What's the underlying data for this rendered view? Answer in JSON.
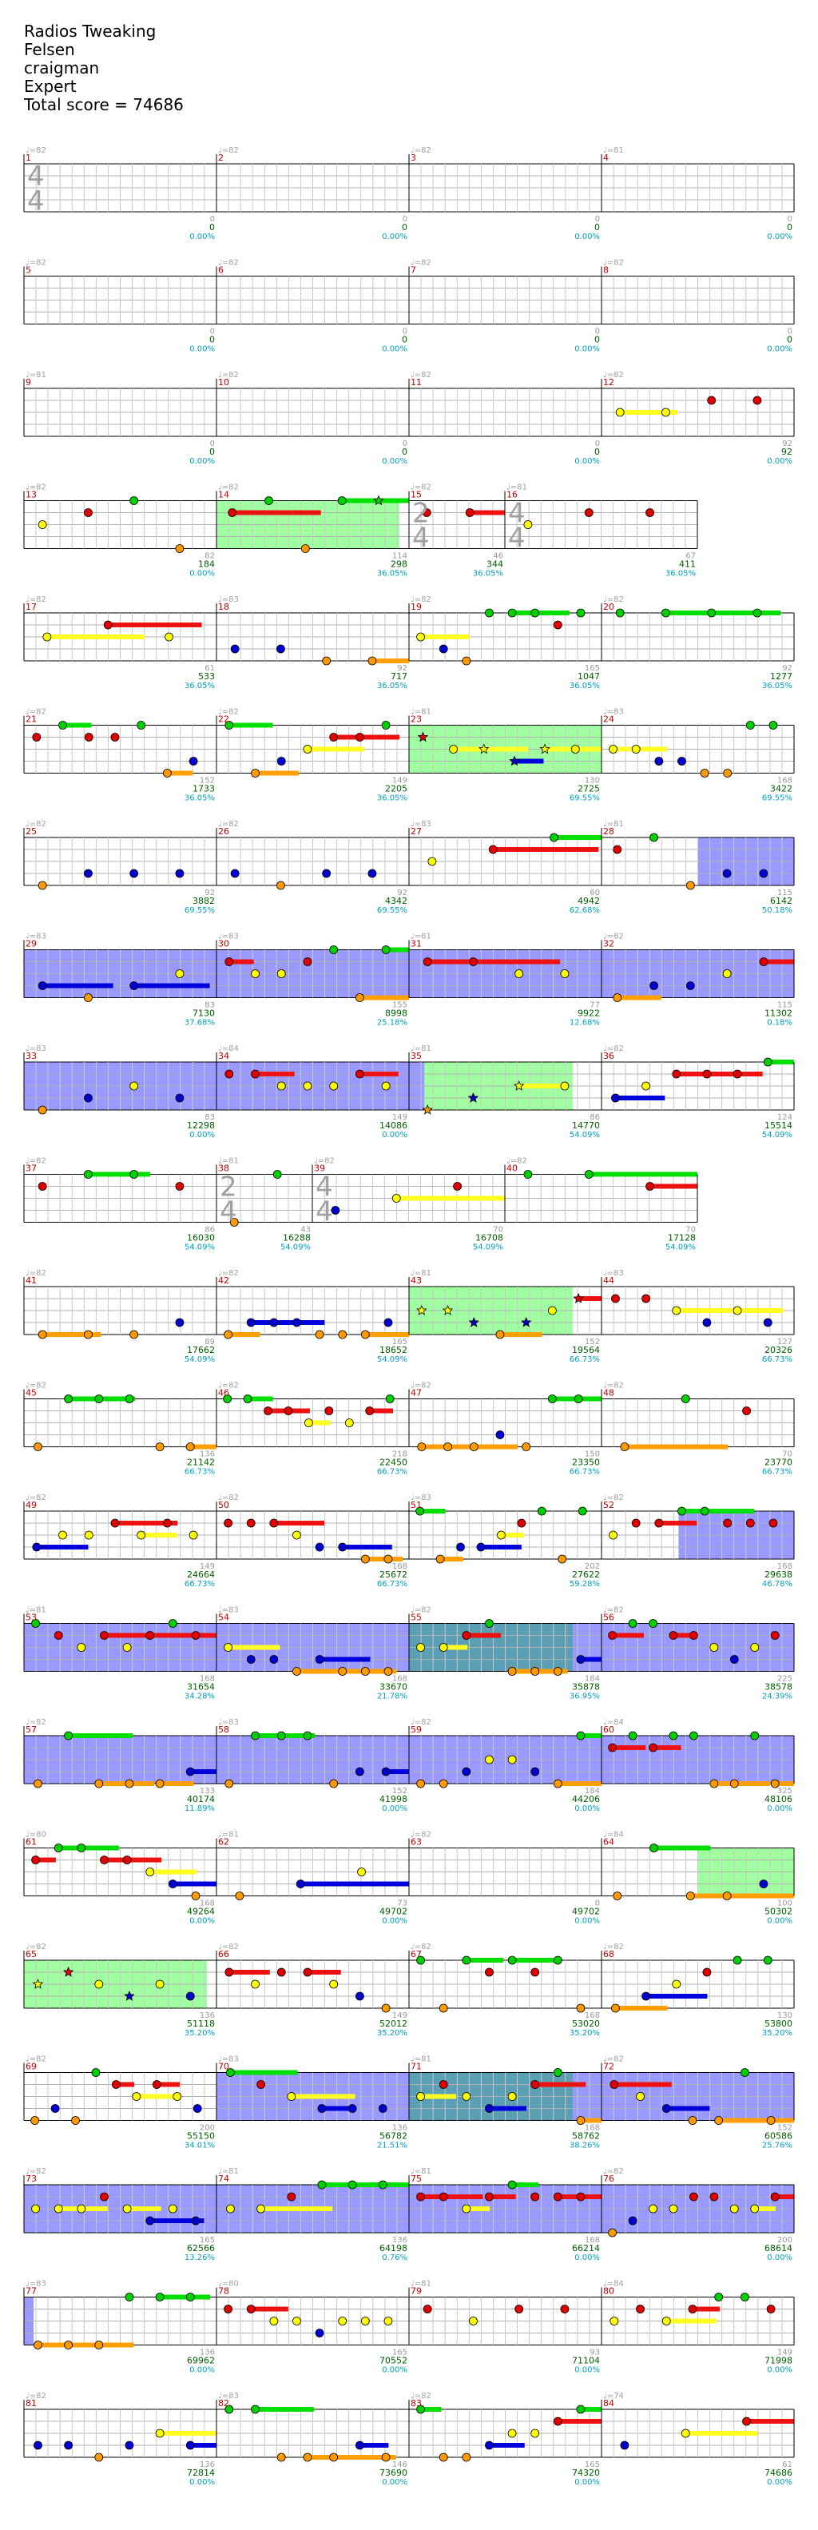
{
  "song": {
    "title": "Radios Tweaking",
    "artist": "Felsen",
    "charter": "craigman",
    "difficulty": "Expert",
    "total_score_label": "Total score = 74686"
  },
  "colors": {
    "green": "#00d000",
    "red": "#e00000",
    "yellow": "#ffff00",
    "blue": "#0000d0",
    "orange": "#ff9900",
    "star_power_phrase": "#80ff80",
    "star_power_active": "#8080ff",
    "sustain_green": "#00e000",
    "sustain_red": "#ee1111",
    "sustain_yellow": "#ffff22",
    "sustain_blue": "#0000dd",
    "sustain_orange": "#ffa000"
  },
  "legend_icons": [
    "note-gem-icon",
    "star-note-icon",
    "time-signature-icon"
  ],
  "measures": [
    {
      "n": "1",
      "tempo": "♩=82",
      "score": "0",
      "cum": "0",
      "pct": "0.00%",
      "ts": "4/4"
    },
    {
      "n": "2",
      "tempo": "♩=82",
      "score": "0",
      "cum": "0",
      "pct": "0.00%"
    },
    {
      "n": "3",
      "tempo": "♩=82",
      "score": "0",
      "cum": "0",
      "pct": "0.00%"
    },
    {
      "n": "4",
      "tempo": "♩=81",
      "score": "0",
      "cum": "0",
      "pct": "0.00%"
    },
    {
      "n": "5",
      "tempo": "♩=82",
      "score": "0",
      "cum": "0",
      "pct": "0.00%"
    },
    {
      "n": "6",
      "tempo": "♩=82",
      "score": "0",
      "cum": "0",
      "pct": "0.00%"
    },
    {
      "n": "7",
      "tempo": "♩=82",
      "score": "0",
      "cum": "0",
      "pct": "0.00%"
    },
    {
      "n": "8",
      "tempo": "♩=82",
      "score": "0",
      "cum": "0",
      "pct": "0.00%"
    },
    {
      "n": "9",
      "tempo": "♩=81",
      "score": "0",
      "cum": "0",
      "pct": "0.00%"
    },
    {
      "n": "10",
      "tempo": "♩=82",
      "score": "0",
      "cum": "0",
      "pct": "0.00%"
    },
    {
      "n": "11",
      "tempo": "♩=82",
      "score": "0",
      "cum": "0",
      "pct": "0.00%"
    },
    {
      "n": "12",
      "tempo": "♩=82",
      "score": "92",
      "cum": "92",
      "pct": "0.00%"
    },
    {
      "n": "13",
      "tempo": "♩=82",
      "score": "82",
      "cum": "184",
      "pct": "0.00%"
    },
    {
      "n": "14",
      "tempo": "♩=82",
      "score": "114",
      "cum": "298",
      "pct": "36.05%"
    },
    {
      "n": "15",
      "tempo": "♩=82",
      "score": "46",
      "cum": "344",
      "pct": "36.05%",
      "ts": "2/4"
    },
    {
      "n": "16",
      "tempo": "♩=81",
      "score": "67",
      "cum": "411",
      "pct": "36.05%",
      "ts": "4/4"
    },
    {
      "n": "17",
      "tempo": "♩=82",
      "score": "61",
      "cum": "533",
      "pct": "36.05%"
    },
    {
      "n": "18",
      "tempo": "♩=83",
      "score": "92",
      "cum": "717",
      "pct": "36.05%"
    },
    {
      "n": "19",
      "tempo": "♩=82",
      "score": "165",
      "cum": "1047",
      "pct": "36.05%"
    },
    {
      "n": "20",
      "tempo": "♩=82",
      "score": "92",
      "cum": "1277",
      "pct": "36.05%"
    },
    {
      "n": "21",
      "tempo": "♩=82",
      "score": "152",
      "cum": "1733",
      "pct": "36.05%"
    },
    {
      "n": "22",
      "tempo": "♩=82",
      "score": "149",
      "cum": "2205",
      "pct": "36.05%"
    },
    {
      "n": "23",
      "tempo": "♩=81",
      "score": "130",
      "cum": "2725",
      "pct": "69.55%"
    },
    {
      "n": "24",
      "tempo": "♩=83",
      "score": "168",
      "cum": "3422",
      "pct": "69.55%"
    },
    {
      "n": "25",
      "tempo": "♩=82",
      "score": "92",
      "cum": "3882",
      "pct": "69.55%"
    },
    {
      "n": "26",
      "tempo": "♩=82",
      "score": "92",
      "cum": "4342",
      "pct": "69.55%"
    },
    {
      "n": "27",
      "tempo": "♩=83",
      "score": "60",
      "cum": "4942",
      "pct": "62.68%"
    },
    {
      "n": "28",
      "tempo": "♩=81",
      "score": "115",
      "cum": "6142",
      "pct": "50.18%"
    },
    {
      "n": "29",
      "tempo": "♩=83",
      "score": "83",
      "cum": "7130",
      "pct": "37.68%"
    },
    {
      "n": "30",
      "tempo": "♩=83",
      "score": "155",
      "cum": "8998",
      "pct": "25.18%"
    },
    {
      "n": "31",
      "tempo": "♩=81",
      "score": "77",
      "cum": "9922",
      "pct": "12.68%"
    },
    {
      "n": "32",
      "tempo": "♩=82",
      "score": "115",
      "cum": "11302",
      "pct": "0.18%"
    },
    {
      "n": "33",
      "tempo": "♩=83",
      "score": "83",
      "cum": "12298",
      "pct": "0.00%"
    },
    {
      "n": "34",
      "tempo": "♩=84",
      "score": "149",
      "cum": "14086",
      "pct": "0.00%"
    },
    {
      "n": "35",
      "tempo": "♩=81",
      "score": "86",
      "cum": "14770",
      "pct": "54.09%"
    },
    {
      "n": "36",
      "tempo": "♩=82",
      "score": "124",
      "cum": "15514",
      "pct": "54.09%"
    },
    {
      "n": "37",
      "tempo": "♩=82",
      "score": "86",
      "cum": "16030",
      "pct": "54.09%"
    },
    {
      "n": "38",
      "tempo": "♩=81",
      "score": "43",
      "cum": "16288",
      "pct": "54.09%",
      "ts": "2/4"
    },
    {
      "n": "39",
      "tempo": "♩=82",
      "score": "70",
      "cum": "16708",
      "pct": "54.09%",
      "ts": "4/4"
    },
    {
      "n": "40",
      "tempo": "♩=82",
      "score": "70",
      "cum": "17128",
      "pct": "54.09%"
    },
    {
      "n": "41",
      "tempo": "♩=82",
      "score": "89",
      "cum": "17662",
      "pct": "54.09%"
    },
    {
      "n": "42",
      "tempo": "♩=82",
      "score": "165",
      "cum": "18652",
      "pct": "54.09%"
    },
    {
      "n": "43",
      "tempo": "♩=81",
      "score": "152",
      "cum": "19564",
      "pct": "66.73%"
    },
    {
      "n": "44",
      "tempo": "♩=83",
      "score": "127",
      "cum": "20326",
      "pct": "66.73%"
    },
    {
      "n": "45",
      "tempo": "♩=82",
      "score": "136",
      "cum": "21142",
      "pct": "66.73%"
    },
    {
      "n": "46",
      "tempo": "♩=82",
      "score": "218",
      "cum": "22450",
      "pct": "66.73%"
    },
    {
      "n": "47",
      "tempo": "♩=82",
      "score": "150",
      "cum": "23350",
      "pct": "66.73%"
    },
    {
      "n": "48",
      "tempo": "♩=82",
      "score": "70",
      "cum": "23770",
      "pct": "66.73%"
    },
    {
      "n": "49",
      "tempo": "♩=82",
      "score": "149",
      "cum": "24664",
      "pct": "66.73%"
    },
    {
      "n": "50",
      "tempo": "♩=82",
      "score": "168",
      "cum": "25672",
      "pct": "66.73%"
    },
    {
      "n": "51",
      "tempo": "♩=83",
      "score": "202",
      "cum": "27622",
      "pct": "59.28%"
    },
    {
      "n": "52",
      "tempo": "♩=82",
      "score": "168",
      "cum": "29638",
      "pct": "46.78%"
    },
    {
      "n": "53",
      "tempo": "♩=81",
      "score": "168",
      "cum": "31654",
      "pct": "34.28%"
    },
    {
      "n": "54",
      "tempo": "♩=83",
      "score": "168",
      "cum": "33670",
      "pct": "21.78%"
    },
    {
      "n": "55",
      "tempo": "♩=82",
      "score": "184",
      "cum": "35878",
      "pct": "36.95%"
    },
    {
      "n": "56",
      "tempo": "♩=82",
      "score": "225",
      "cum": "38578",
      "pct": "24.39%"
    },
    {
      "n": "57",
      "tempo": "♩=82",
      "score": "133",
      "cum": "40174",
      "pct": "11.89%"
    },
    {
      "n": "58",
      "tempo": "♩=83",
      "score": "152",
      "cum": "41998",
      "pct": "0.00%"
    },
    {
      "n": "59",
      "tempo": "♩=82",
      "score": "184",
      "cum": "44206",
      "pct": "0.00%"
    },
    {
      "n": "60",
      "tempo": "♩=84",
      "score": "325",
      "cum": "48106",
      "pct": "0.00%"
    },
    {
      "n": "61",
      "tempo": "♩=80",
      "score": "168",
      "cum": "49264",
      "pct": "0.00%"
    },
    {
      "n": "62",
      "tempo": "♩=81",
      "score": "73",
      "cum": "49702",
      "pct": "0.00%"
    },
    {
      "n": "63",
      "tempo": "♩=82",
      "score": "0",
      "cum": "49702",
      "pct": "0.00%"
    },
    {
      "n": "64",
      "tempo": "♩=84",
      "score": "100",
      "cum": "50302",
      "pct": "0.00%"
    },
    {
      "n": "65",
      "tempo": "♩=82",
      "score": "136",
      "cum": "51118",
      "pct": "35.20%"
    },
    {
      "n": "66",
      "tempo": "♩=82",
      "score": "149",
      "cum": "52012",
      "pct": "35.20%"
    },
    {
      "n": "67",
      "tempo": "♩=82",
      "score": "168",
      "cum": "53020",
      "pct": "35.20%"
    },
    {
      "n": "68",
      "tempo": "♩=82",
      "score": "130",
      "cum": "53800",
      "pct": "35.20%"
    },
    {
      "n": "69",
      "tempo": "♩=82",
      "score": "200",
      "cum": "55150",
      "pct": "34.01%"
    },
    {
      "n": "70",
      "tempo": "♩=83",
      "score": "136",
      "cum": "56782",
      "pct": "21.51%"
    },
    {
      "n": "71",
      "tempo": "♩=81",
      "score": "168",
      "cum": "58762",
      "pct": "38.26%"
    },
    {
      "n": "72",
      "tempo": "♩=82",
      "score": "152",
      "cum": "60586",
      "pct": "25.76%"
    },
    {
      "n": "73",
      "tempo": "♩=82",
      "score": "165",
      "cum": "62566",
      "pct": "13.26%"
    },
    {
      "n": "74",
      "tempo": "♩=81",
      "score": "136",
      "cum": "64198",
      "pct": "0.76%"
    },
    {
      "n": "75",
      "tempo": "♩=81",
      "score": "168",
      "cum": "66214",
      "pct": "0.00%"
    },
    {
      "n": "76",
      "tempo": "♩=82",
      "score": "200",
      "cum": "68614",
      "pct": "0.00%"
    },
    {
      "n": "77",
      "tempo": "♩=83",
      "score": "136",
      "cum": "69962",
      "pct": "0.00%"
    },
    {
      "n": "78",
      "tempo": "♩=80",
      "score": "165",
      "cum": "70552",
      "pct": "0.00%"
    },
    {
      "n": "79",
      "tempo": "♩=81",
      "score": "93",
      "cum": "71104",
      "pct": "0.00%"
    },
    {
      "n": "80",
      "tempo": "♩=84",
      "score": "149",
      "cum": "71998",
      "pct": "0.00%"
    },
    {
      "n": "81",
      "tempo": "♩=82",
      "score": "136",
      "cum": "72814",
      "pct": "0.00%"
    },
    {
      "n": "82",
      "tempo": "♩=83",
      "score": "146",
      "cum": "73690",
      "pct": "0.00%"
    },
    {
      "n": "83",
      "tempo": "♩=82",
      "score": "165",
      "cum": "74320",
      "pct": "0.00%"
    },
    {
      "n": "84",
      "tempo": "♩=74",
      "score": "61",
      "cum": "74686",
      "pct": "0.00%"
    }
  ]
}
